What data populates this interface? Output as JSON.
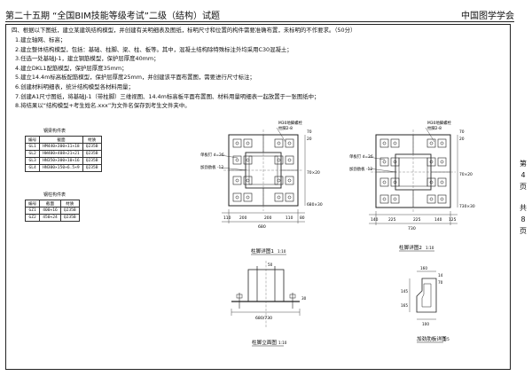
{
  "header": {
    "left": "第二十五期 “全国BIM技能等级考试”二级（结构）试题",
    "right": "中国图学学会"
  },
  "side_pages": [
    "第",
    "4",
    "页",
    "共",
    "8",
    "页"
  ],
  "question": {
    "intro": "四、根据以下图纸，建立某建筑结构模型，并创建有关明细表及图纸，标明尺寸和位置的构件需要准确布置，未标明的不作要求。（50分）",
    "items": [
      "1.建立轴网、标高；",
      "2.建立整体结构模型，包括：基础、柱脚、梁、柱、板等。其中，混凝土结构除特殊标注外均采用C30混凝土；",
      "3.任选一处基础J-1，建立钢筋模型，保护层厚度40mm；",
      "4.建立DKL1配筋模型，保护层厚度35mm；",
      "5.建立14.4m标高板配筋模型，保护层厚度25mm，并创建该平面布置图，需要进行尺寸标注；",
      "6.创建材料明细表，统计结构模型各材料用量；",
      "7.创建A1尺寸图纸，将基础J-1（带柱脚）三维视图、14.4m标高板平面布置图、材料用量明细表一起放置于一张图纸中；",
      "8.将结果以“结构模型+考生姓名.xxx”为文件名保存到考生文件夹中。"
    ]
  },
  "beam_table": {
    "caption": "钢梁构件表",
    "headers": [
      "编号",
      "截面",
      "材质"
    ],
    "rows": [
      [
        "GL1",
        "HM440×300×11×18",
        "Q235B"
      ],
      [
        "GL2",
        "HW400×408×21×21",
        "Q235B"
      ],
      [
        "GL3",
        "HN350×300×10×16",
        "Q235B"
      ],
      [
        "GL4",
        "HN300×150×6.5×9",
        "Q235B"
      ]
    ]
  },
  "column_table": {
    "caption": "钢柱构件表",
    "headers": [
      "编号",
      "截面",
      "材质"
    ],
    "rows": [
      [
        "GZ1",
        "400×16",
        "Q235B"
      ],
      [
        "GZ2",
        "450×24",
        "Q235B"
      ]
    ]
  },
  "drawing1": {
    "bolt_label": "M30地脚螺栓",
    "bolt_label2": "柱脚2-8",
    "label_stiffener": "加劲肋板 -12",
    "label_base": "单板钉 d=26",
    "dim_right": [
      "70",
      "20",
      "70×20",
      "680×30"
    ],
    "dim_bottom": [
      "110",
      "200",
      "200",
      "110",
      "80"
    ],
    "dim_total": "680",
    "title": "柱脚详图1",
    "scale": "1:10"
  },
  "drawing2": {
    "bolt_label": "M30地脚螺栓",
    "bolt_label2": "柱脚2-8",
    "label_stiffener": "加劲肋板 -12",
    "label_base": "单板钉 d=26",
    "dim_right": [
      "70",
      "20",
      "70×20",
      "730×30"
    ],
    "dim_bottom": [
      "140",
      "225",
      "225",
      "140",
      "125"
    ],
    "dim_total": "730",
    "title": "柱脚详图2",
    "scale": "1:10"
  },
  "drawing3": {
    "dim_total": "680/730",
    "title": "柱脚立面图",
    "scale": "1:10",
    "dim_top": "50",
    "dim_side": "30"
  },
  "drawing4": {
    "dims_top": [
      "160",
      "14",
      "70"
    ],
    "dims_side": [
      "145",
      "165"
    ],
    "dim_bottom": "100",
    "title": "加劲肋板详图",
    "scale": "1:5"
  }
}
